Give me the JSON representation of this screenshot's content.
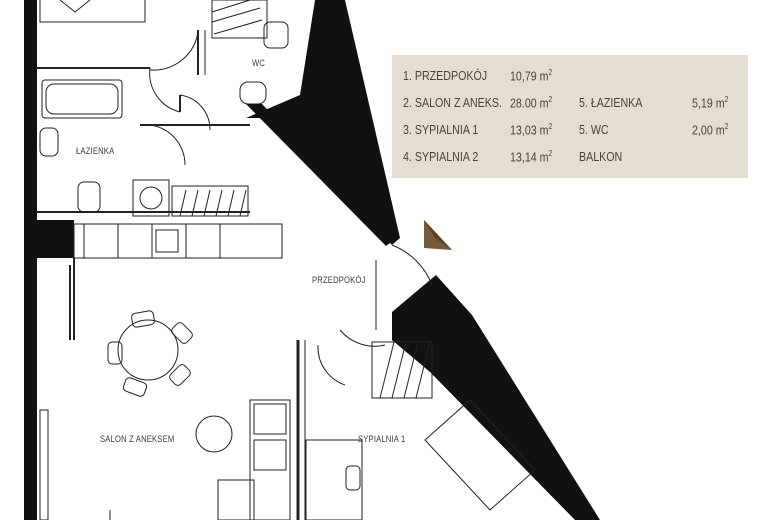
{
  "legend": {
    "rows": [
      {
        "name": "1. PRZEDPOKÓJ",
        "area": "10,79 m",
        "sup": "2"
      },
      {
        "name": "2. SALON Z ANEKS.",
        "area": "28.00 m",
        "sup": "2"
      },
      {
        "name": "3. SYPIALNIA 1",
        "area": "13,03 m",
        "sup": "2"
      },
      {
        "name": "4. SYPIALNIA 2",
        "area": "13,14 m",
        "sup": "2"
      }
    ],
    "rows_right": [
      {
        "name": "5. ŁAZIENKA",
        "area": "5,19 m",
        "sup": "2"
      },
      {
        "name": "5. WC",
        "area": "2,00 m",
        "sup": "2"
      },
      {
        "name": "BALKON",
        "area": "",
        "sup": ""
      }
    ]
  },
  "rooms": {
    "wc": "WC",
    "lazienka": "ŁAZIENKA",
    "przedpokoj": "PRZEDPOKÓJ",
    "salon": "SALON Z ANEKSEM",
    "sypialnia1": "SYPIALNIA 1"
  },
  "colors": {
    "wall": "#111111",
    "legend_bg": "#e3ddd2",
    "north_arrow": "#7a5a3c"
  },
  "icons": [
    "north-arrow-icon"
  ]
}
